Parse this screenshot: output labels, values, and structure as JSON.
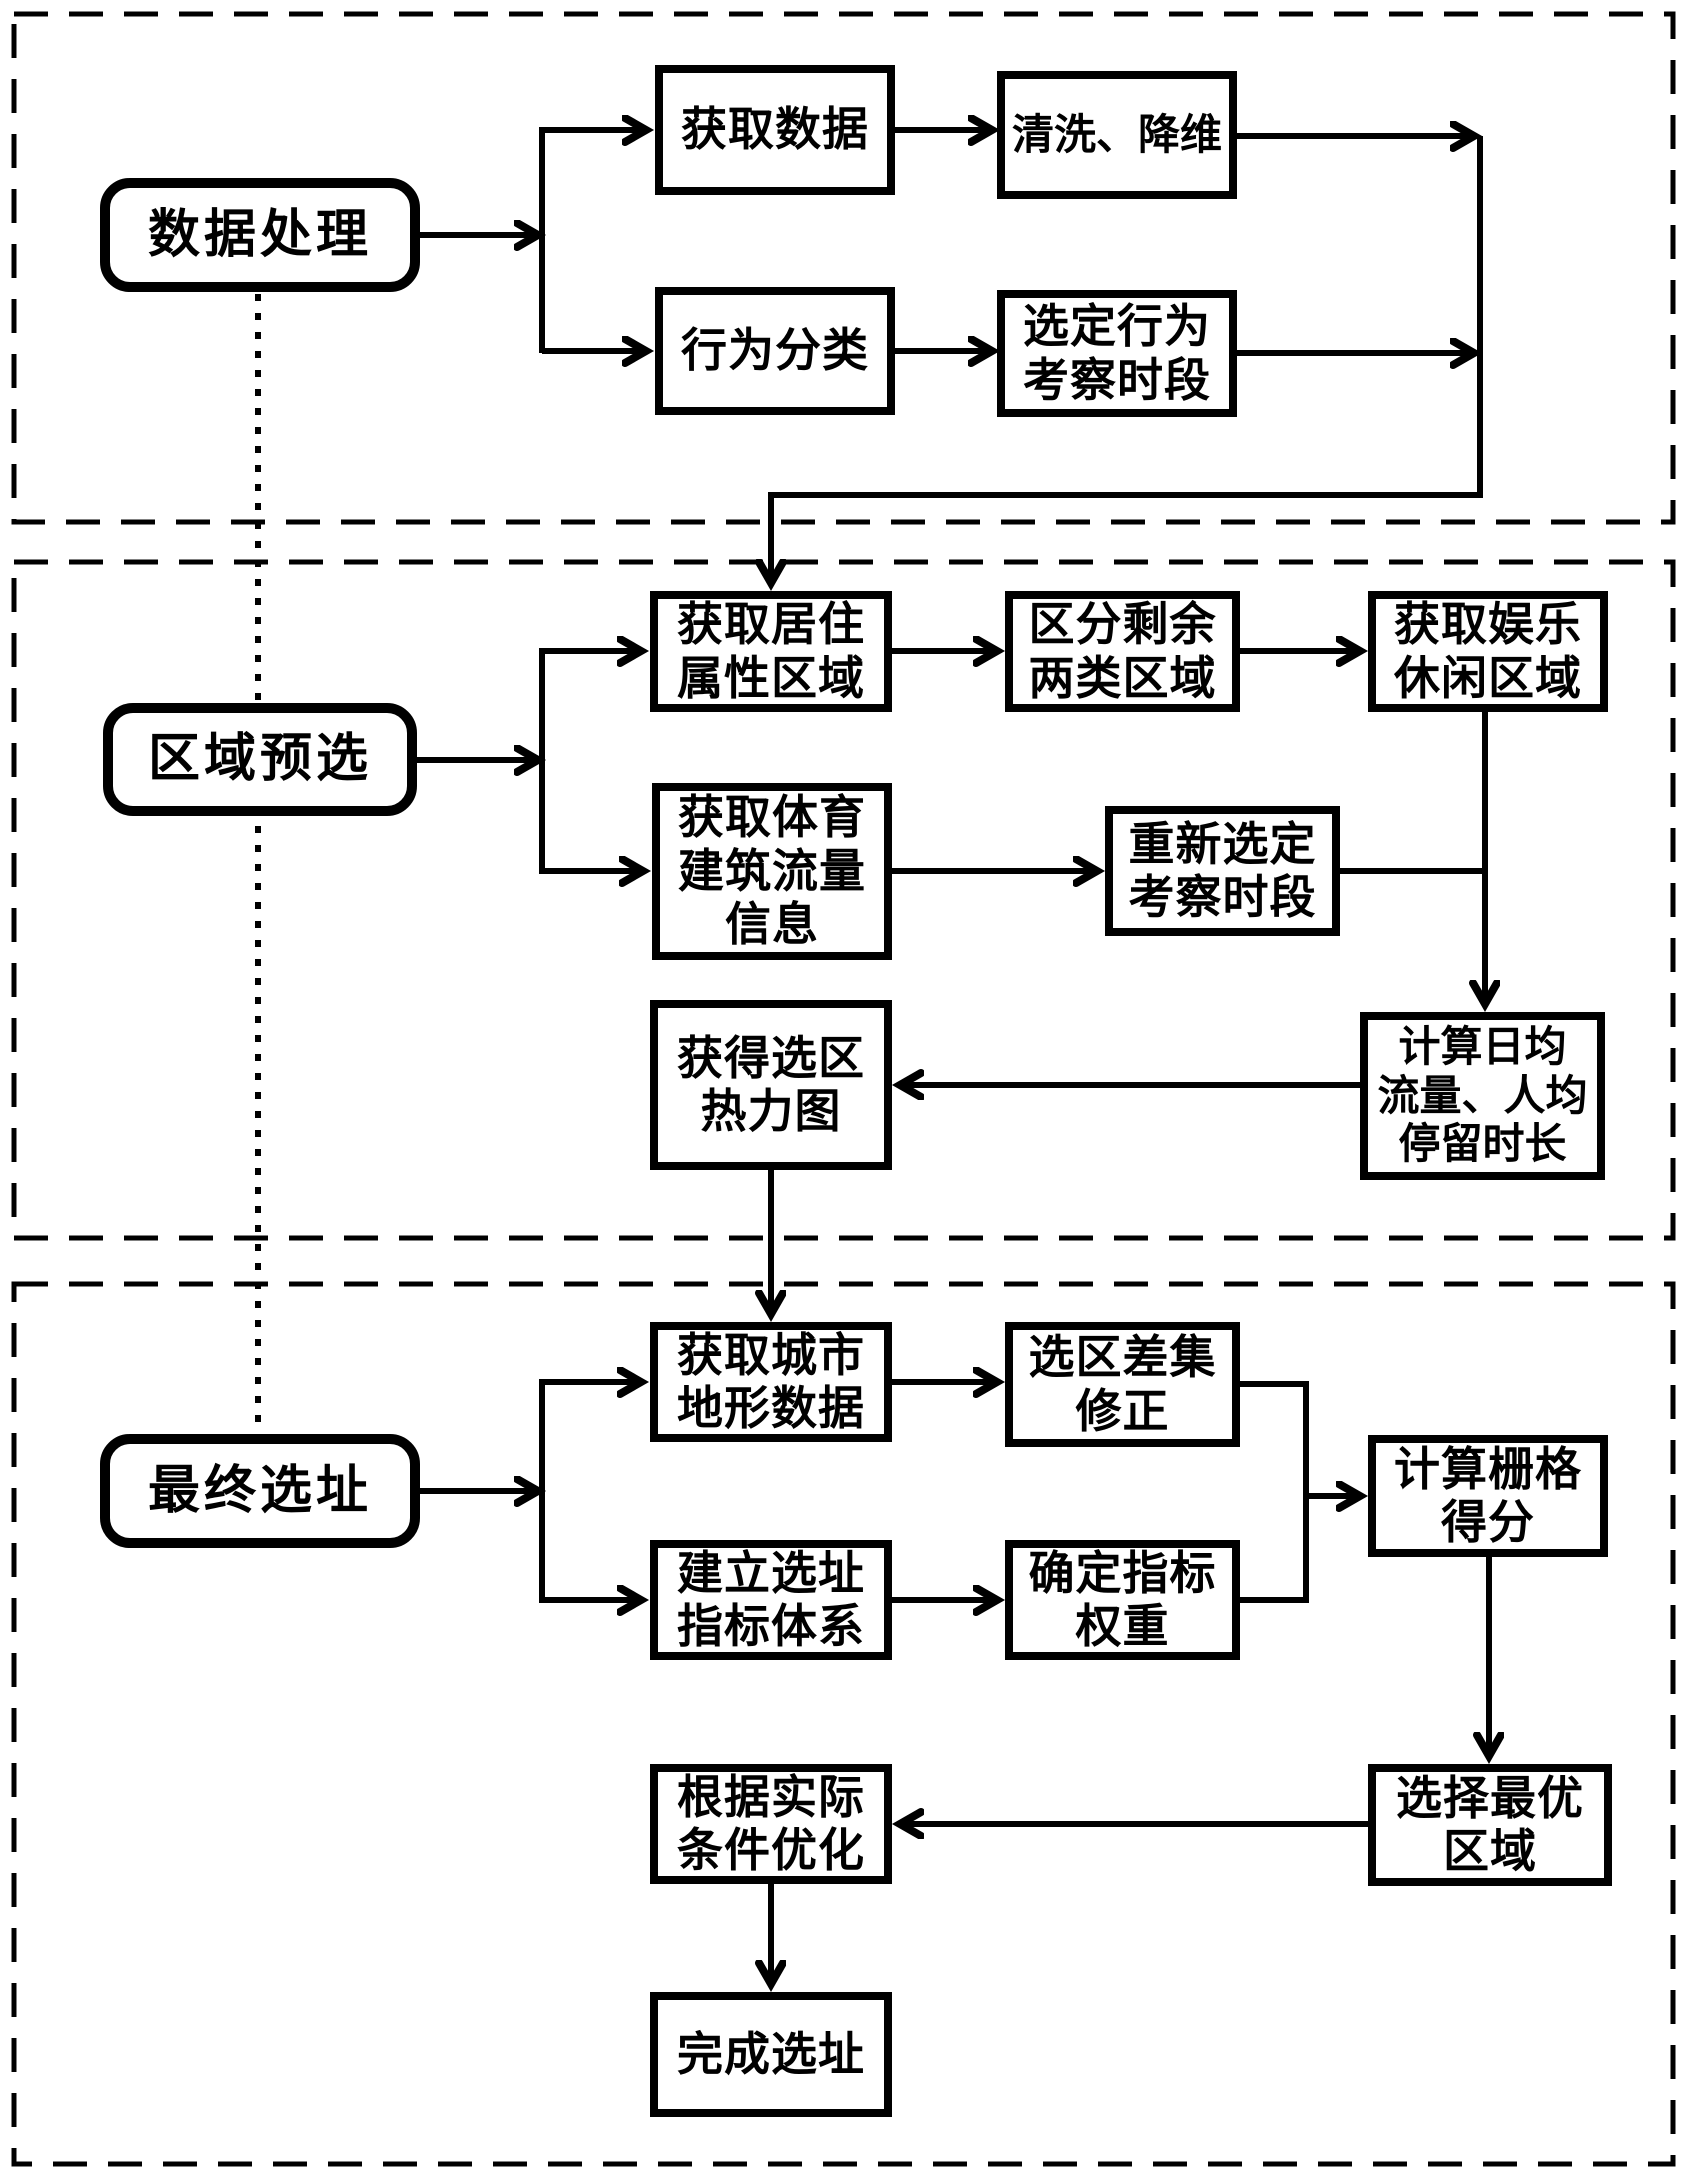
{
  "figure": {
    "kind": "flowchart",
    "colors": {
      "ink": "#000000",
      "paper": "#ffffff"
    }
  },
  "sections": [
    {
      "id": "data-processing",
      "stage_label": "数据处理"
    },
    {
      "id": "region-preselection",
      "stage_label": "区域预选"
    },
    {
      "id": "final-site-selection",
      "stage_label": "最终选址"
    }
  ],
  "stages": {
    "s1": "数据处理",
    "s2": "区域预选",
    "s3": "最终选址"
  },
  "nodes": {
    "get_data": "获取数据",
    "clean": "清洗、降维",
    "behavior": "行为分类",
    "behavior_period": "选定行为\n考察时段",
    "residential": "获取居住\n属性区域",
    "split_two": "区分剩余\n两类区域",
    "entertainment": "获取娱乐\n休闲区域",
    "sports_flow": "获取体育\n建筑流量\n信息",
    "reselect_period": "重新选定\n考察时段",
    "daily_flow": "计算日均\n流量、人均\n停留时长",
    "heatmap": "获得选区\n热力图",
    "terrain": "获取城市\n地形数据",
    "diff_fix": "选区差集\n修正",
    "grid_score": "计算栅格\n得分",
    "index_system": "建立选址\n指标体系",
    "weights": "确定指标\n权重",
    "best_area": "选择最优\n区域",
    "optimize": "根据实际\n条件优化",
    "finish": "完成选址"
  }
}
